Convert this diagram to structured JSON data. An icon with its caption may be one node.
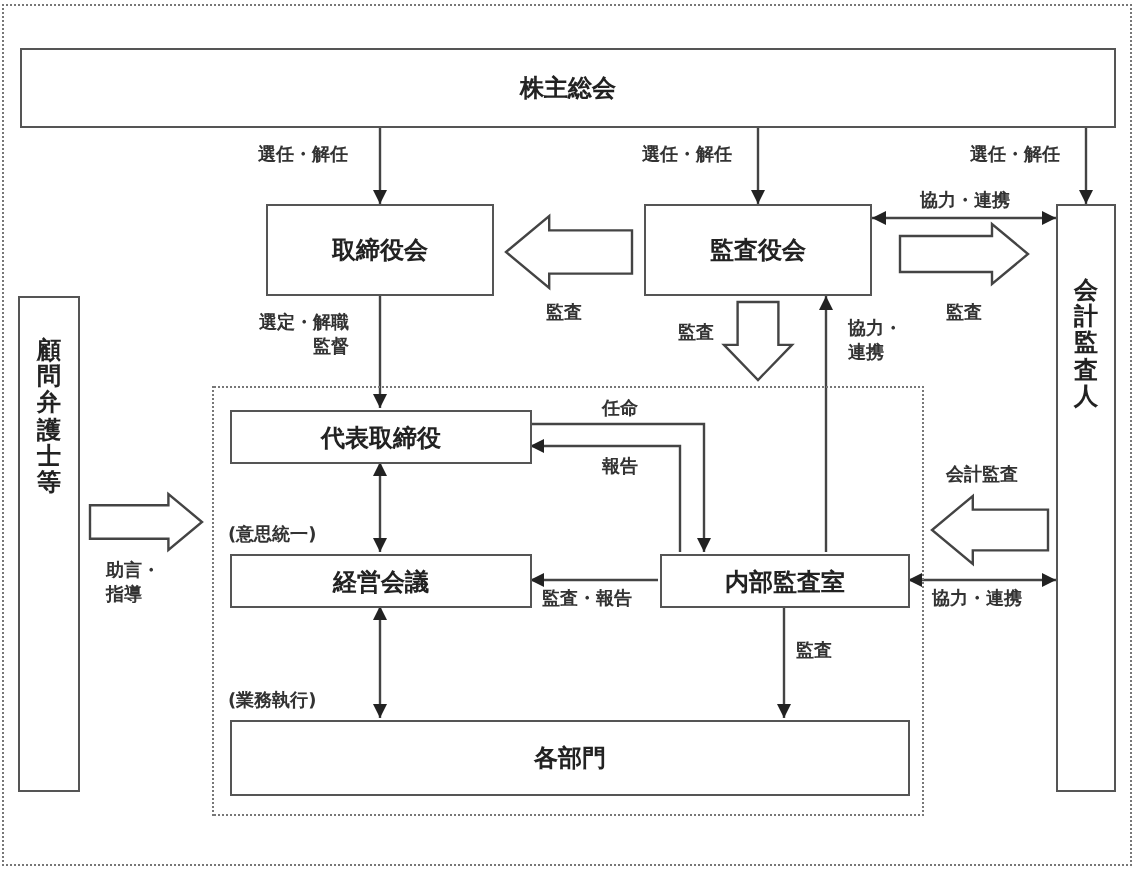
{
  "diagram": {
    "nodes": [
      {
        "text": [
          "株主総会"
        ]
      },
      {
        "text": [
          "取締役会"
        ]
      },
      {
        "text": [
          "監査役会"
        ]
      },
      {
        "text": [
          "会計監査人"
        ]
      },
      {
        "text": [
          "顧問弁護士等"
        ]
      },
      {
        "text": [],
        "shape": "box"
      },
      {
        "text": [
          "代表取締役"
        ],
        "in": 5
      },
      {
        "text": [
          "経営会議"
        ],
        "in": 5,
        "beside": [
          "(意思統一)"
        ]
      },
      {
        "text": [
          "内部監査室"
        ],
        "in": 5
      },
      {
        "text": [
          "各部門"
        ],
        "in": 5,
        "beside": [
          "(業務執行)"
        ]
      }
    ],
    "edges": [
      {
        "from": 0,
        "to": 1,
        "arrow": "to",
        "label": "選任・解任"
      },
      {
        "from": 0,
        "to": 2,
        "arrow": "to",
        "label": "選任・解任"
      },
      {
        "from": 0,
        "to": 3,
        "arrow": "to",
        "label": "選任・解任"
      },
      {
        "from": 2,
        "to": 3,
        "arrow": "both",
        "label": "協力・連携"
      },
      {
        "from": 1,
        "to": 6,
        "arrow": "to",
        "label": "選定・解職監督"
      },
      {
        "from": 8,
        "to": 2,
        "arrow": "to",
        "label": "協力・連携"
      },
      {
        "from": 6,
        "to": 8,
        "arrow": "to",
        "label": "任命"
      },
      {
        "from": 8,
        "to": 6,
        "arrow": "to",
        "label": "報告"
      },
      {
        "from": 6,
        "to": 7,
        "arrow": "both"
      },
      {
        "from": 7,
        "to": 9,
        "arrow": "both"
      },
      {
        "from": 8,
        "to": 7,
        "arrow": "to",
        "label": "監査・報告"
      },
      {
        "from": 8,
        "to": 9,
        "arrow": "to",
        "label": "監査"
      },
      {
        "from": 8,
        "to": 3,
        "arrow": "both",
        "label": "協力・連携"
      },
      {
        "from": 2,
        "to": 1,
        "arrow": "to",
        "label": "監査",
        "style": "thick"
      },
      {
        "from": 2,
        "to": 3,
        "arrow": "to",
        "label": "監査",
        "style": "thick"
      },
      {
        "from": 2,
        "to": 5,
        "arrow": "to",
        "label": "監査",
        "style": "thick"
      },
      {
        "from": 3,
        "to": 5,
        "arrow": "to",
        "label": "会計監査",
        "style": "thick"
      },
      {
        "from": 4,
        "to": 5,
        "arrow": "to",
        "label": "助言・指導",
        "style": "thick"
      }
    ]
  }
}
